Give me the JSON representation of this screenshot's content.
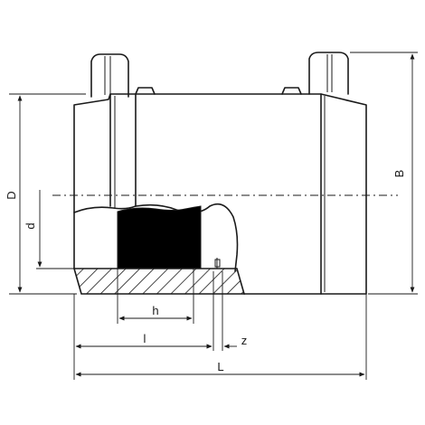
{
  "labels": {
    "D": "D",
    "d": "d",
    "B": "B",
    "h": "h",
    "l": "l",
    "z": "z",
    "L": "L"
  },
  "colors": {
    "stroke": "#1a1a1a",
    "fill": "#000000",
    "background": "#ffffff"
  }
}
